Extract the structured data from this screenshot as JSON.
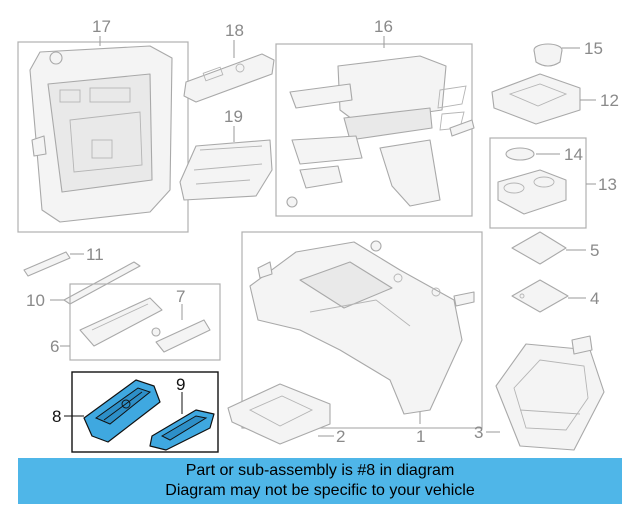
{
  "callouts": {
    "c1": "1",
    "c2": "2",
    "c3": "3",
    "c4": "4",
    "c5": "5",
    "c6": "6",
    "c7": "7",
    "c8": "8",
    "c9": "9",
    "c10": "10",
    "c11": "11",
    "c12": "12",
    "c13": "13",
    "c14": "14",
    "c15": "15",
    "c16": "16",
    "c17": "17",
    "c18": "18",
    "c19": "19"
  },
  "highlighted_part": "8",
  "colors": {
    "highlight": "#3fa8e0",
    "banner": "#4fb6e8"
  },
  "banner": {
    "line1": "Part or sub-assembly is #8 in diagram",
    "line2": "Diagram may not be specific to your vehicle"
  }
}
